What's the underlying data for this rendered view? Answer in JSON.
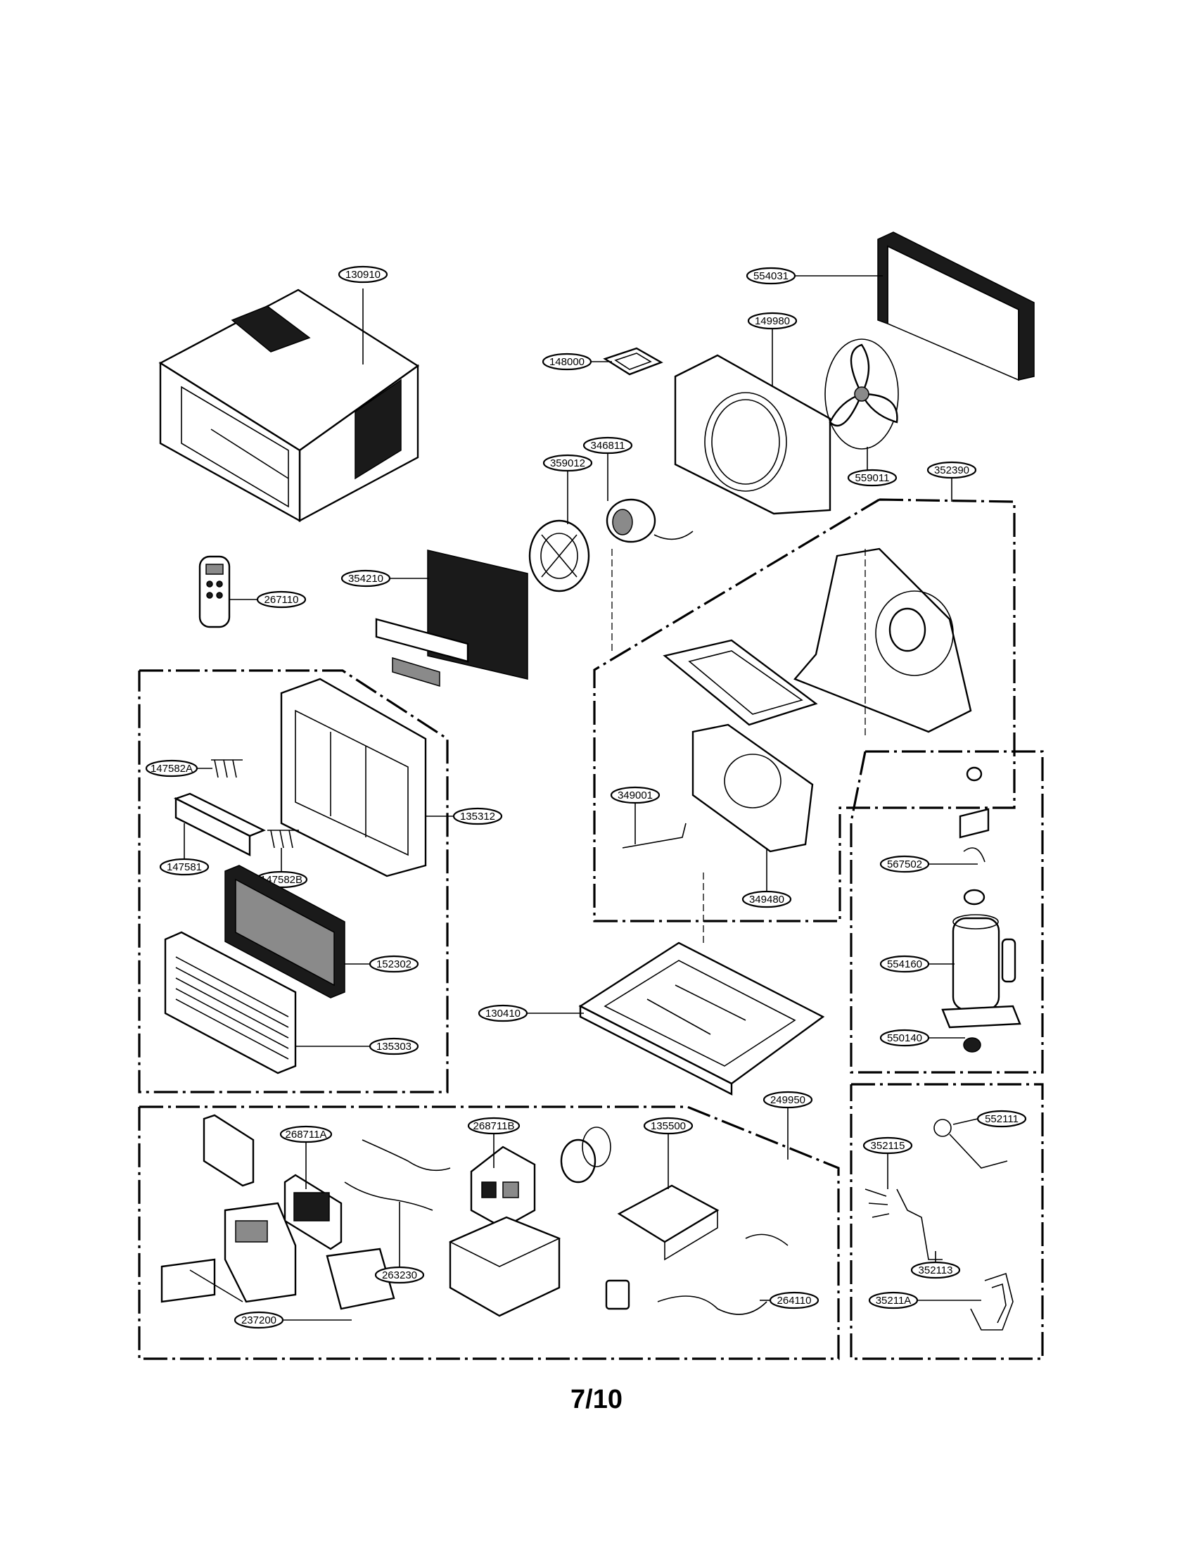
{
  "page": {
    "number": "7/10"
  },
  "callouts": {
    "c130910": "130910",
    "c554031": "554031",
    "c149980": "149980",
    "c148000": "148000",
    "c346811": "346811",
    "c359012": "359012",
    "c559011": "559011",
    "c352390": "352390",
    "c354210": "354210",
    "c267110": "267110",
    "c147582A": "147582A",
    "c135312": "135312",
    "c147581": "147581",
    "c147582B": "147582B",
    "c152302": "152302",
    "c135303": "135303",
    "c349001": "349001",
    "c349480": "349480",
    "c567502": "567502",
    "c554160": "554160",
    "c550140": "550140",
    "c130410": "130410",
    "c249950": "249950",
    "c268711A": "268711A",
    "c268711B": "268711B",
    "c135500": "135500",
    "c263230": "263230",
    "c264110": "264110",
    "c237200": "237200",
    "c352115": "352115",
    "c552111": "552111",
    "c352113": "352113",
    "c35211A": "35211A"
  },
  "icons": {
    "cabinet": "cabinet-icon",
    "condenser": "condenser-coil-icon",
    "fan": "fan-icon",
    "motor": "motor-icon",
    "remote": "remote-control-icon",
    "compressor": "compressor-icon"
  }
}
